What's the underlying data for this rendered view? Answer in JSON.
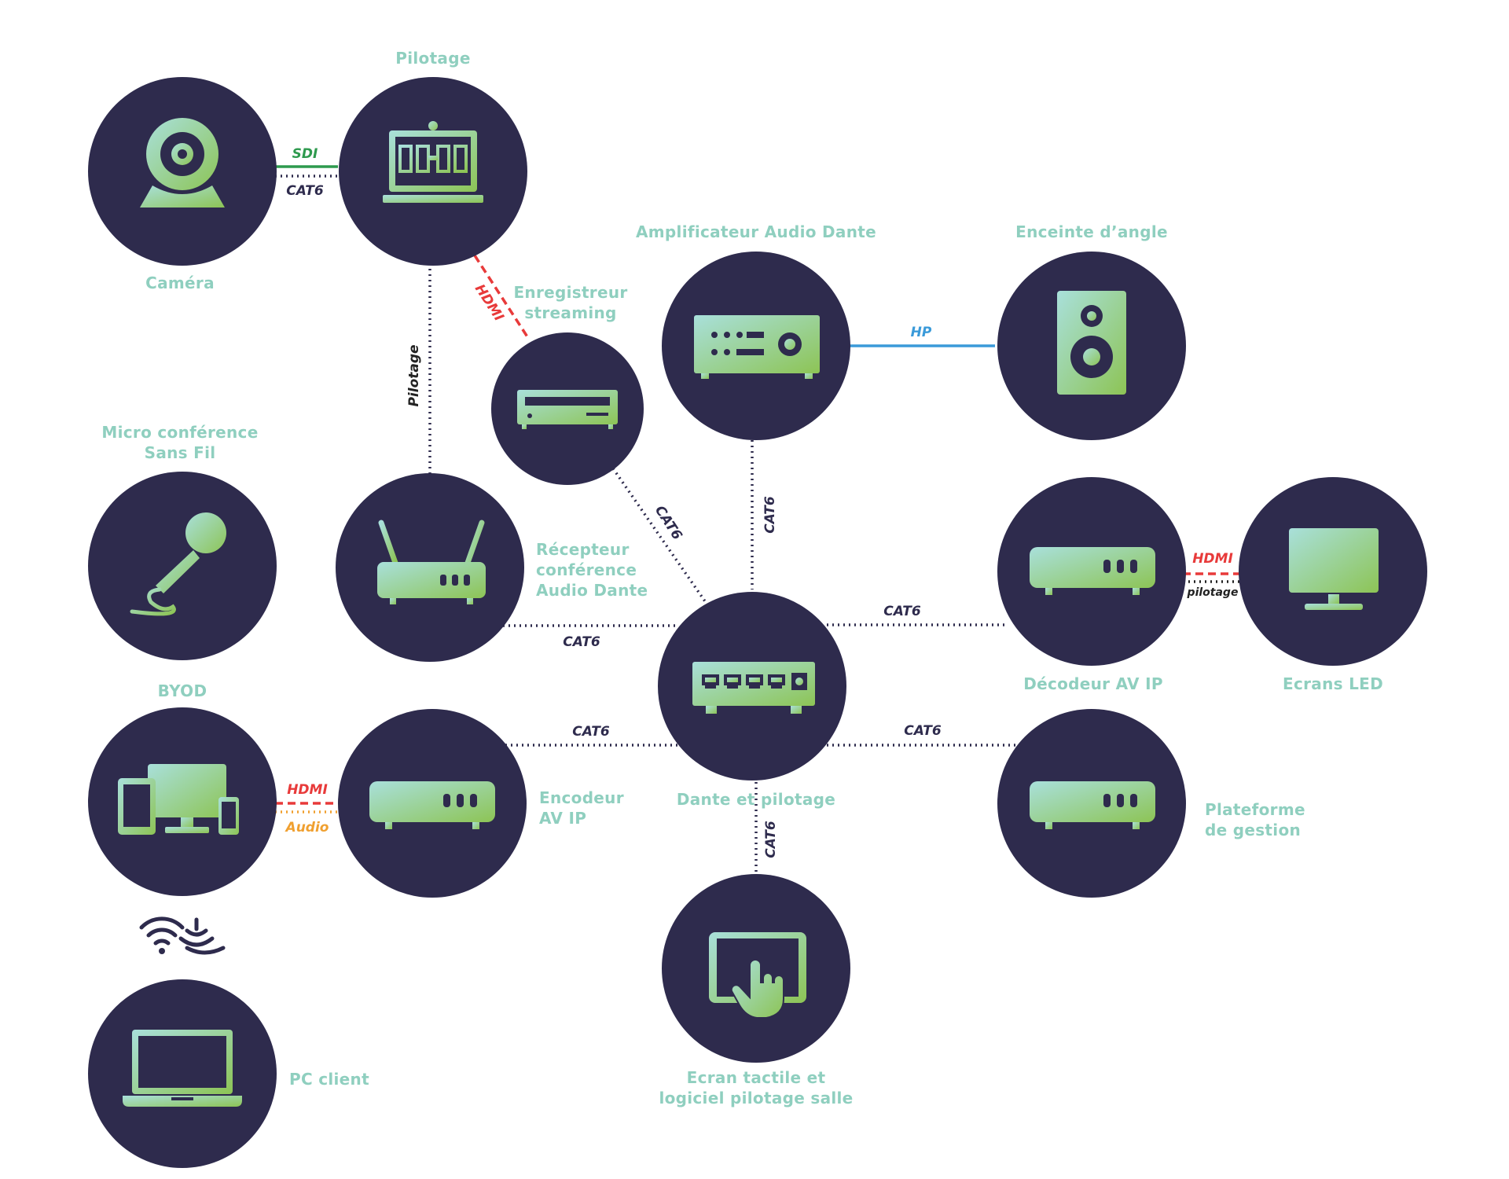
{
  "colors": {
    "circle": "#2e2b4d",
    "label": "#8fcfbf",
    "grad_start": "#a9e0db",
    "grad_end": "#8dc455",
    "cat6": "#2e2b4d",
    "sdi": "#2e9a4e",
    "hdmi": "#e83a3a",
    "hp": "#3a9ad9",
    "audio": "#f0a030",
    "pilotage": "#222222"
  },
  "labels": {
    "camera": "Caméra",
    "pilotage": "Pilotage",
    "enregistreur_line1": "Enregistreur",
    "enregistreur_line2": "streaming",
    "amplificateur": "Amplificateur Audio Dante",
    "enceinte": "Enceinte d’angle",
    "micro_line1": "Micro conférence",
    "micro_line2": "Sans Fil",
    "recepteur_line1": "Récepteur",
    "recepteur_line2": "conférence",
    "recepteur_line3": "Audio Dante",
    "decodeur": "Décodeur AV IP",
    "ecrans": "Ecrans LED",
    "byod": "BYOD",
    "encodeur_line1": "Encodeur",
    "encodeur_line2": "AV IP",
    "dante": "Dante et pilotage",
    "plateforme_line1": "Plateforme",
    "plateforme_line2": "de gestion",
    "ecran_tactile_line1": "Ecran tactile et",
    "ecran_tactile_line2": "logiciel pilotage salle",
    "pc_client": "PC client"
  },
  "links": {
    "sdi": "SDI",
    "cat6": "CAT6",
    "hdmi": "HDMI",
    "pilotage": "Pilotage",
    "hp": "HP",
    "pilotage_small": "pilotage",
    "audio": "Audio"
  },
  "icons": {
    "camera": "webcam-icon",
    "pilotage": "mixing-console-icon",
    "enregistreur": "recorder-icon",
    "amplificateur": "amplifier-icon",
    "enceinte": "speaker-icon",
    "micro": "microphone-icon",
    "recepteur": "router-icon",
    "decodeur": "decoder-box-icon",
    "ecrans": "monitor-icon",
    "byod": "devices-icon",
    "encodeur": "encoder-box-icon",
    "dante": "network-switch-icon",
    "plateforme": "server-box-icon",
    "ecran_tactile": "tablet-touch-icon",
    "pc_client": "laptop-icon",
    "wireless": "wifi-wireless-icon"
  }
}
